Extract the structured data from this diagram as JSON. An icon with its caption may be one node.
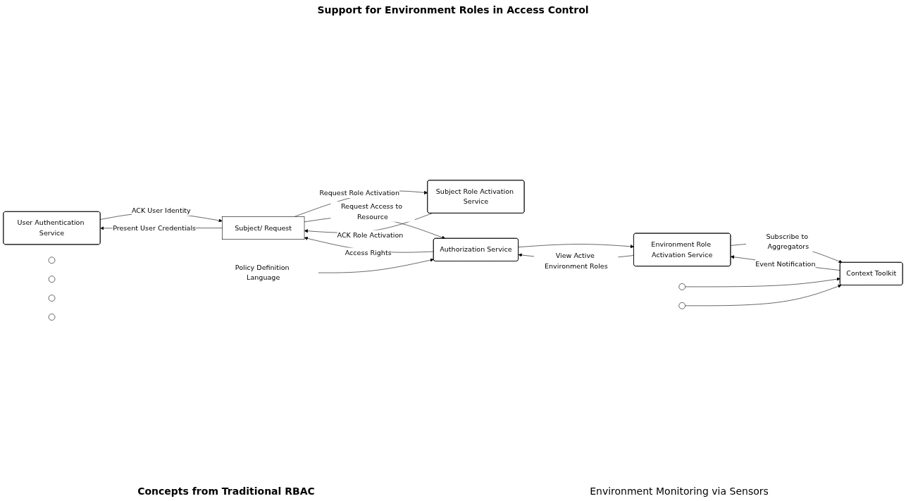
{
  "diagram": {
    "nodes": [
      {
        "text": [
          "User Authentication Service"
        ]
      },
      {
        "text": [
          "Subject Role Activation Service"
        ]
      },
      {
        "text": [
          "Subject/ Request"
        ]
      },
      {
        "text": [
          "Policy Definition Language"
        ]
      },
      {
        "text": [
          "Authorization Service"
        ]
      },
      {
        "text": [
          "Environment Role Activation Service"
        ]
      },
      {
        "text": [
          "Context Toolkit"
        ]
      },
      {
        "text": [],
        "shape": "circle"
      },
      {
        "text": [],
        "shape": "circle"
      },
      {
        "text": [],
        "shape": "circle"
      },
      {
        "text": [],
        "shape": "circle"
      },
      {
        "text": [],
        "shape": "circle"
      },
      {
        "text": [],
        "shape": "circle"
      }
    ],
    "edges": [
      {
        "from": 2,
        "to": 0,
        "arrow": "to",
        "label": "Present User Credentials"
      },
      {
        "from": 0,
        "to": 2,
        "arrow": "to",
        "label": "ACK User Identity"
      },
      {
        "from": 2,
        "to": 1,
        "arrow": "to",
        "label": "Request Role Activation"
      },
      {
        "from": 1,
        "to": 2,
        "arrow": "to",
        "label": "ACK Role Activation"
      },
      {
        "from": 2,
        "to": 4,
        "arrow": "to",
        "label": "Request Access to Resource"
      },
      {
        "from": 4,
        "to": 2,
        "arrow": "to",
        "label": "Access Rights"
      },
      {
        "from": 3,
        "to": 4,
        "arrow": "to"
      },
      {
        "from": 4,
        "to": 5,
        "arrow": "to"
      },
      {
        "from": 5,
        "to": 4,
        "arrow": "to",
        "label": "View Active Environment Roles"
      },
      {
        "from": 5,
        "to": 6,
        "arrow": "to",
        "label": "Subscribe to Aggregators"
      },
      {
        "from": 6,
        "to": 5,
        "arrow": "to",
        "label": "Event Notification"
      },
      {
        "from": 7,
        "to": 6,
        "arrow": "to"
      },
      {
        "from": 12,
        "to": 6,
        "arrow": "to"
      }
    ],
    "labels": [
      "Support for Environment Roles in Access Control",
      "Concepts from Traditional RBAC",
      "Environment Monitoring via Sensors"
    ]
  }
}
